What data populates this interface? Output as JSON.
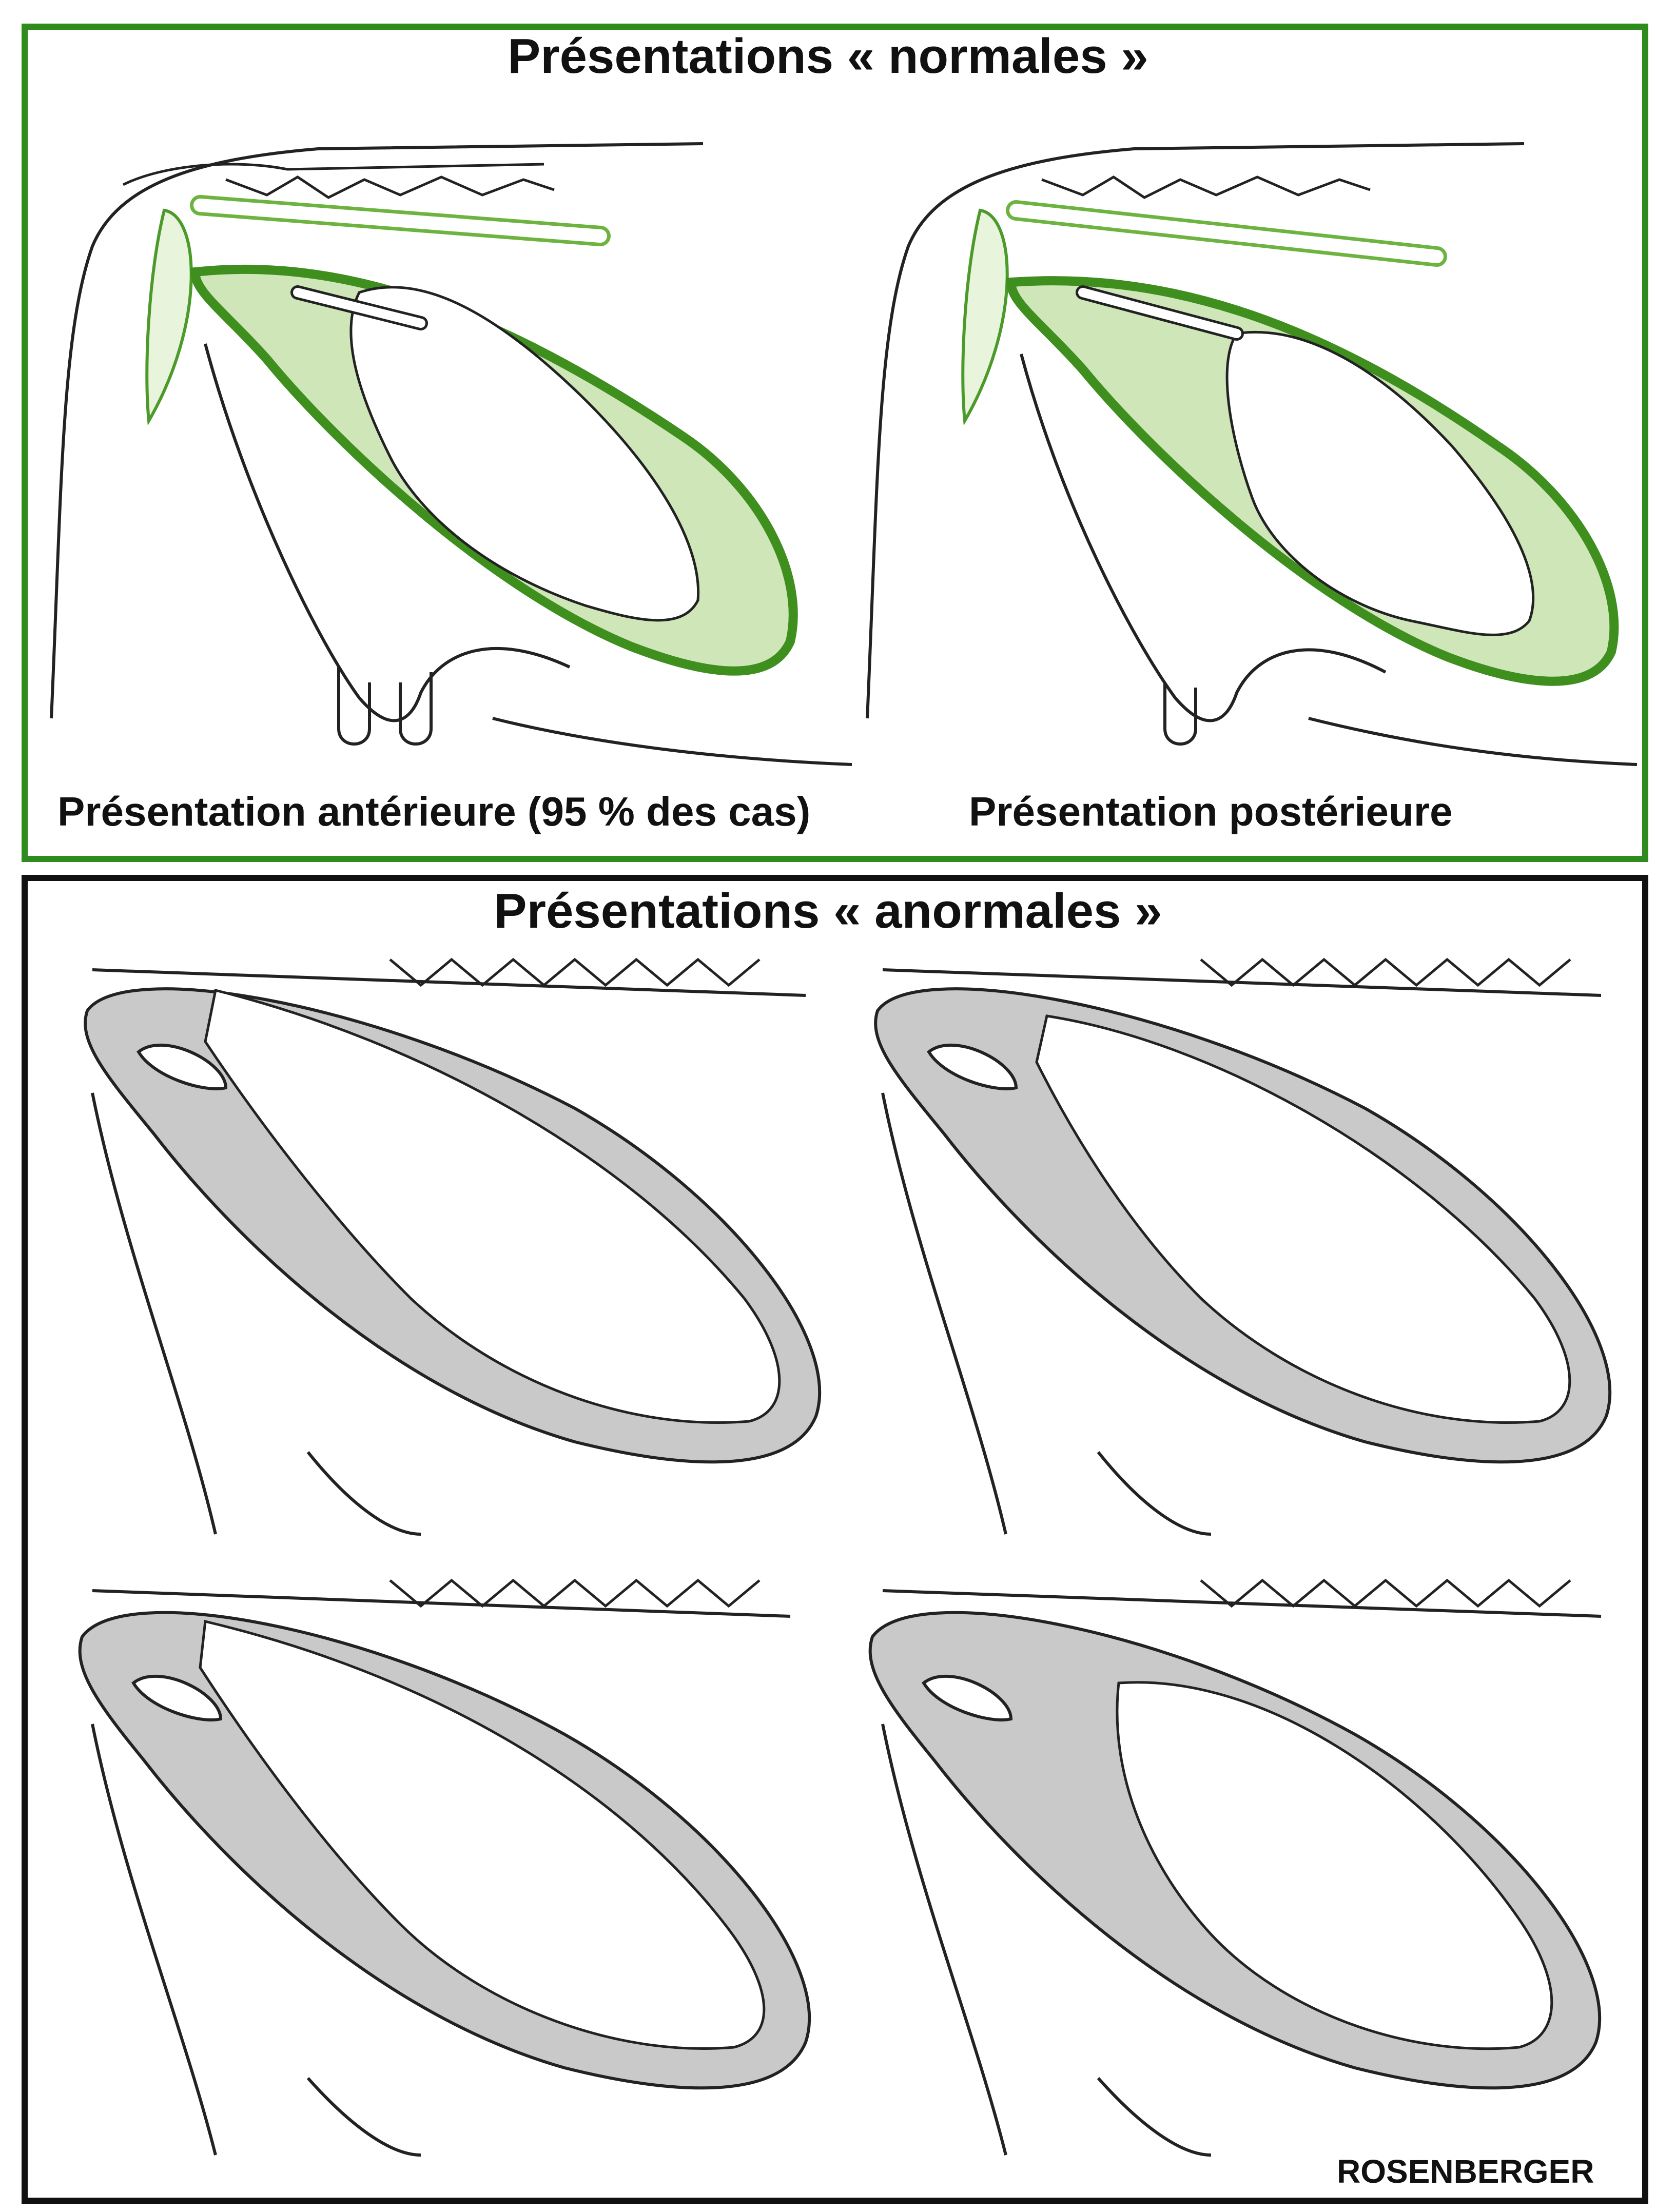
{
  "normal": {
    "title": "Présentations « normales »",
    "captions": [
      "Présentation antérieure (95 % des cas)",
      "Présentation postérieure"
    ],
    "accent_color": "#2e8b1e",
    "fill_color": "#cfe6b8"
  },
  "abnormal": {
    "title": "Présentations « anormales »",
    "fill_color": "#c9c9c9"
  },
  "credit": "ROSENBERGER"
}
